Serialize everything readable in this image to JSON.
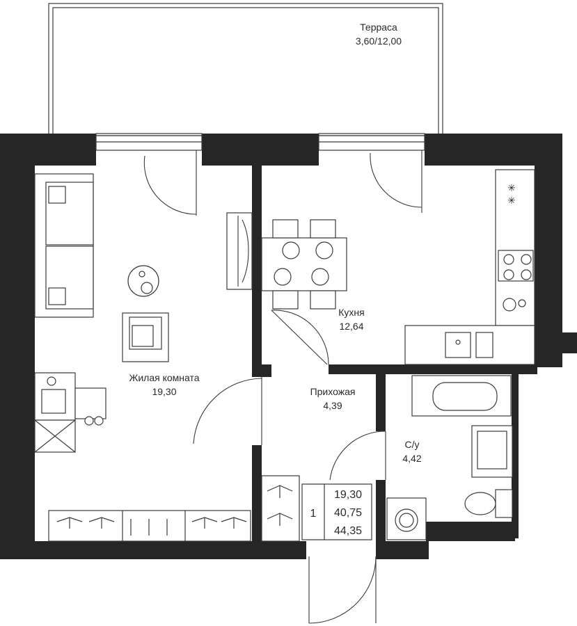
{
  "rooms": {
    "terrace": {
      "name": "Терраса",
      "area": "3,60/12,00"
    },
    "kitchen": {
      "name": "Кухня",
      "area": "12,64"
    },
    "living": {
      "name": "Жилая комната",
      "area": "19,30"
    },
    "hallway": {
      "name": "Прихожая",
      "area": "4,39"
    },
    "bathroom": {
      "name": "С/у",
      "area": "4,42"
    }
  },
  "summary": {
    "room_count": "1",
    "living_area": "19,30",
    "total_area": "40,75",
    "area_with_terrace": "44,35"
  },
  "colors": {
    "wall": "#262626",
    "line": "#3a3a3a",
    "background": "#ffffff"
  }
}
